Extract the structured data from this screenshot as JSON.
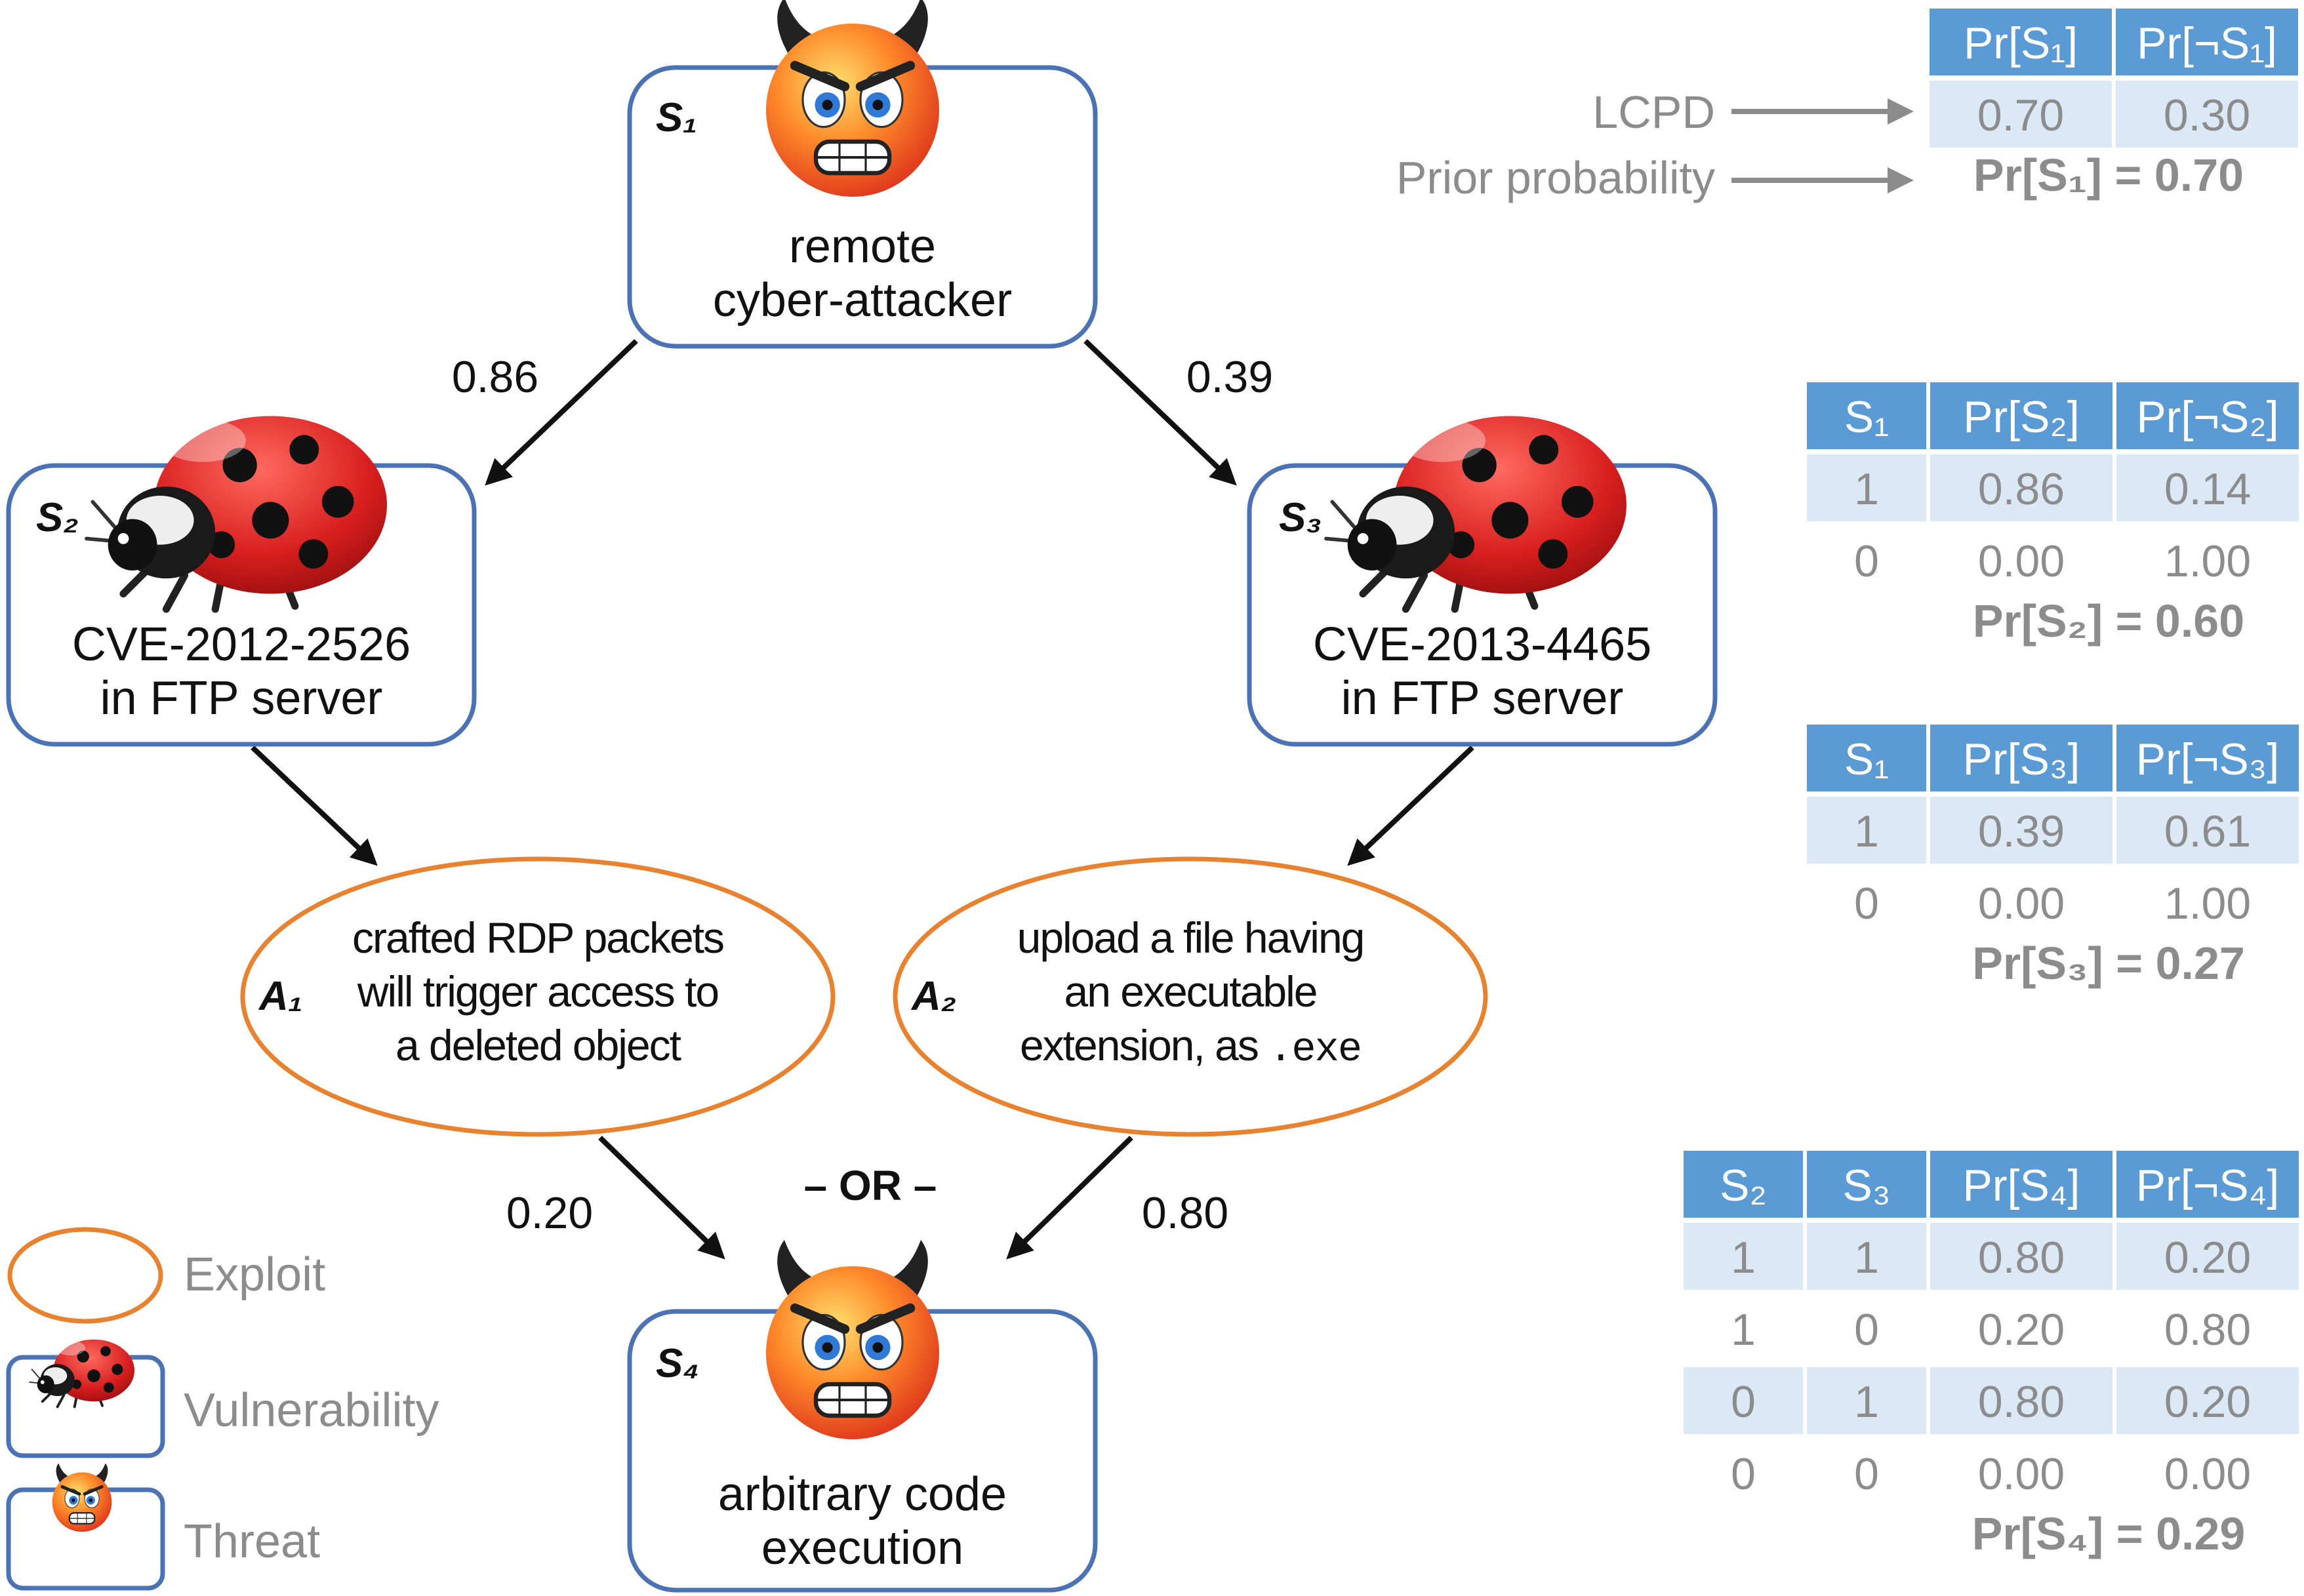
{
  "colors": {
    "threat_border": "#4a72b5",
    "exploit_border": "#e8822e",
    "table_header": "#5b9bd5",
    "table_shade": "#dbe8f5",
    "muted_text": "#8c8c8c"
  },
  "nodes": {
    "s1": {
      "id": "S₁",
      "line1": "remote",
      "line2": "cyber-attacker",
      "icon": "devil-face-icon"
    },
    "s2": {
      "id": "S₂",
      "line1": "CVE-2012-2526",
      "line2": "in FTP server",
      "icon": "ladybug-icon"
    },
    "s3": {
      "id": "S₃",
      "line1": "CVE-2013-4465",
      "line2": "in FTP server",
      "icon": "ladybug-icon"
    },
    "s4": {
      "id": "S₄",
      "line1": "arbitrary code",
      "line2": "execution",
      "icon": "devil-face-icon"
    }
  },
  "exploits": {
    "a1": {
      "id": "A₁",
      "line1": "crafted RDP packets",
      "line2": "will trigger access to",
      "line3": "a deleted object"
    },
    "a2": {
      "id": "A₂",
      "line1": "upload a file having",
      "line2": "an executable",
      "line3_prefix": "extension, as ",
      "line3_code": ".exe"
    }
  },
  "edges": {
    "s1_s2": "0.86",
    "s1_s3": "0.39",
    "a1_s4": "0.20",
    "a2_s4": "0.80",
    "or_label": "– OR –"
  },
  "legend": {
    "exploit": "Exploit",
    "vulnerability": "Vulnerability",
    "threat": "Threat"
  },
  "callouts": {
    "lcpd": "LCPD",
    "prior": "Prior probability"
  },
  "tables": {
    "t1": {
      "headers": [
        "Pr[S₁]",
        "Pr[¬S₁]"
      ],
      "rows": [
        [
          "0.70",
          "0.30"
        ]
      ],
      "prob": "Pr[S₁] = 0.70"
    },
    "t2": {
      "headers": [
        "S₁",
        "Pr[S₂]",
        "Pr[¬S₂]"
      ],
      "rows": [
        [
          "1",
          "0.86",
          "0.14"
        ],
        [
          "0",
          "0.00",
          "1.00"
        ]
      ],
      "prob": "Pr[S₂] = 0.60"
    },
    "t3": {
      "headers": [
        "S₁",
        "Pr[S₃]",
        "Pr[¬S₃]"
      ],
      "rows": [
        [
          "1",
          "0.39",
          "0.61"
        ],
        [
          "0",
          "0.00",
          "1.00"
        ]
      ],
      "prob": "Pr[S₃] = 0.27"
    },
    "t4": {
      "headers": [
        "S₂",
        "S₃",
        "Pr[S₄]",
        "Pr[¬S₄]"
      ],
      "rows": [
        [
          "1",
          "1",
          "0.80",
          "0.20"
        ],
        [
          "1",
          "0",
          "0.20",
          "0.80"
        ],
        [
          "0",
          "1",
          "0.80",
          "0.20"
        ],
        [
          "0",
          "0",
          "0.00",
          "0.00"
        ]
      ],
      "prob": "Pr[S₄] = 0.29"
    }
  }
}
